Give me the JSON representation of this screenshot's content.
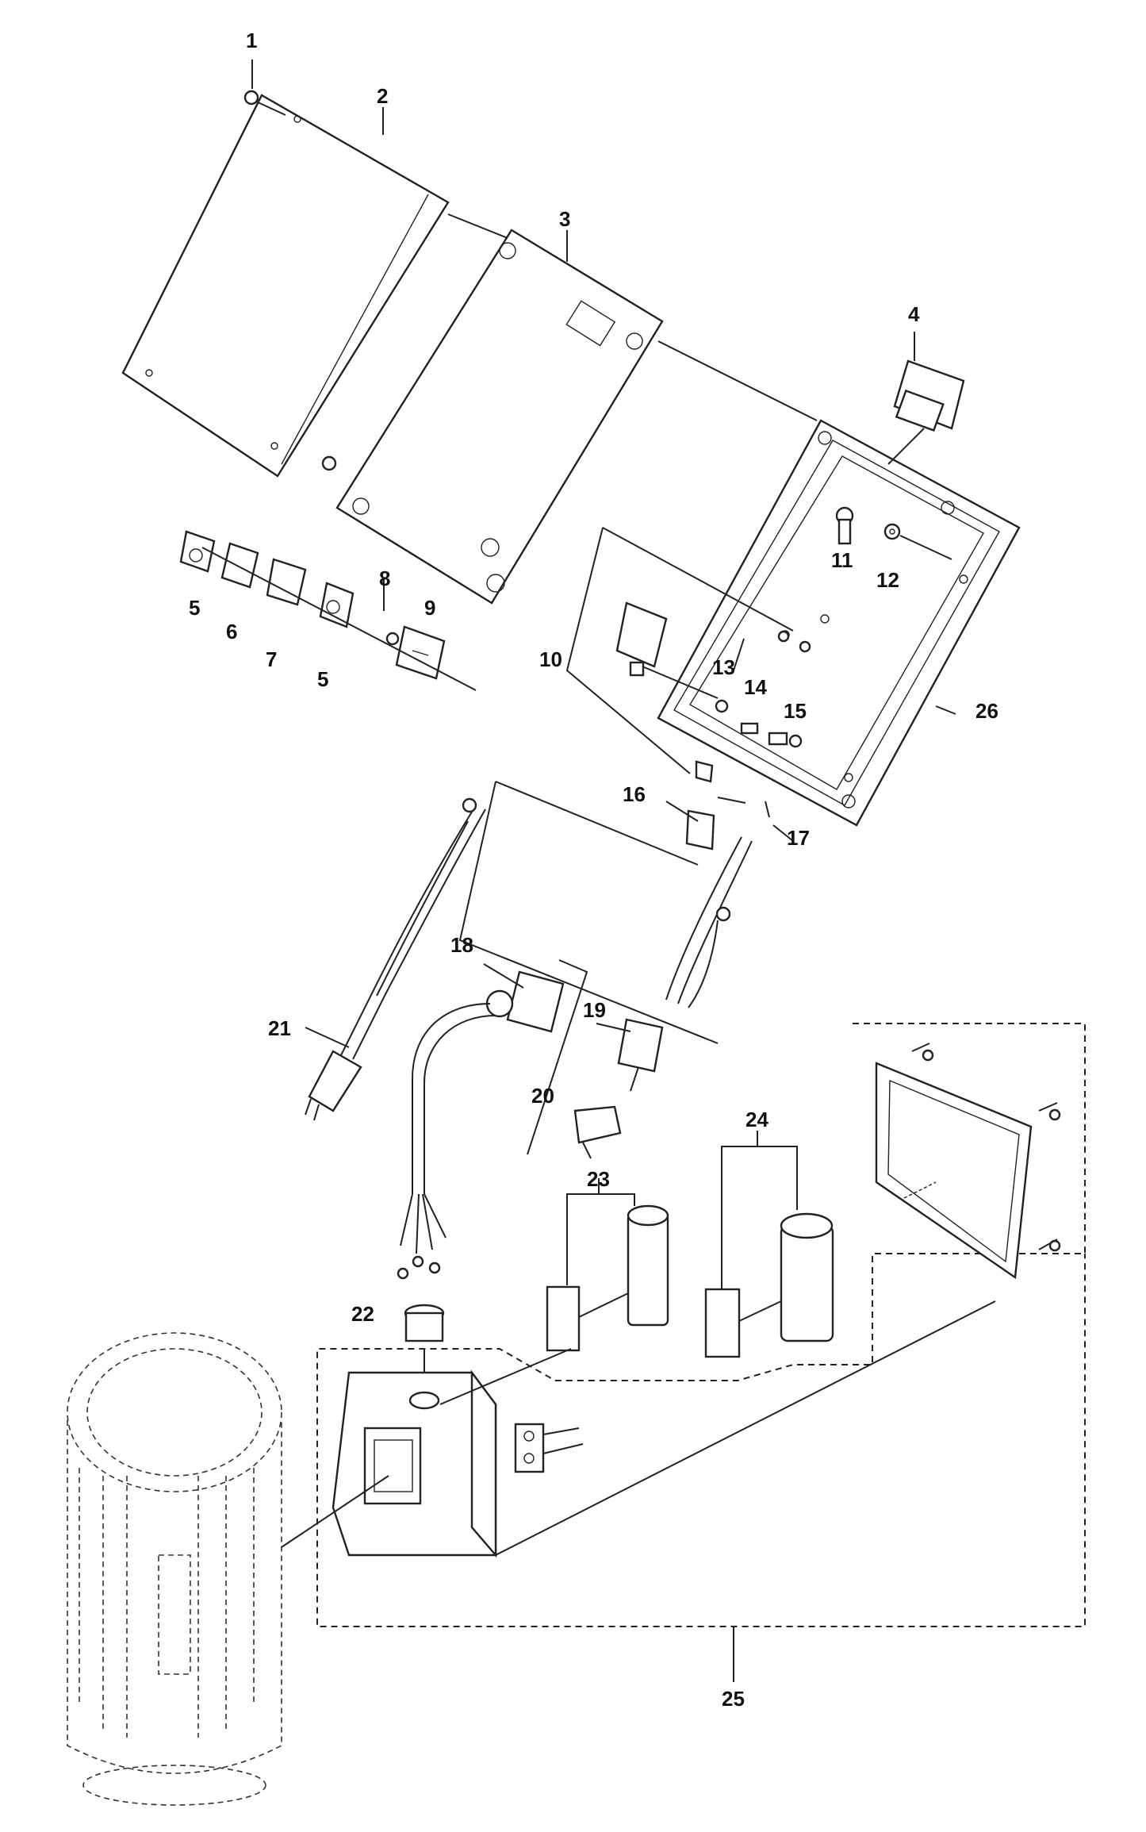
{
  "labels": {
    "p1": "1",
    "p2": "2",
    "p3": "3",
    "p4": "4",
    "p5a": "5",
    "p5b": "5",
    "p6": "6",
    "p7": "7",
    "p8": "8",
    "p9": "9",
    "p10": "10",
    "p11": "11",
    "p12": "12",
    "p13": "13",
    "p14": "14",
    "p15": "15",
    "p16": "16",
    "p17": "17",
    "p18": "18",
    "p19": "19",
    "p20": "20",
    "p21": "21",
    "p22": "22",
    "p23": "23",
    "p24": "24",
    "p25": "25",
    "p26": "26"
  }
}
